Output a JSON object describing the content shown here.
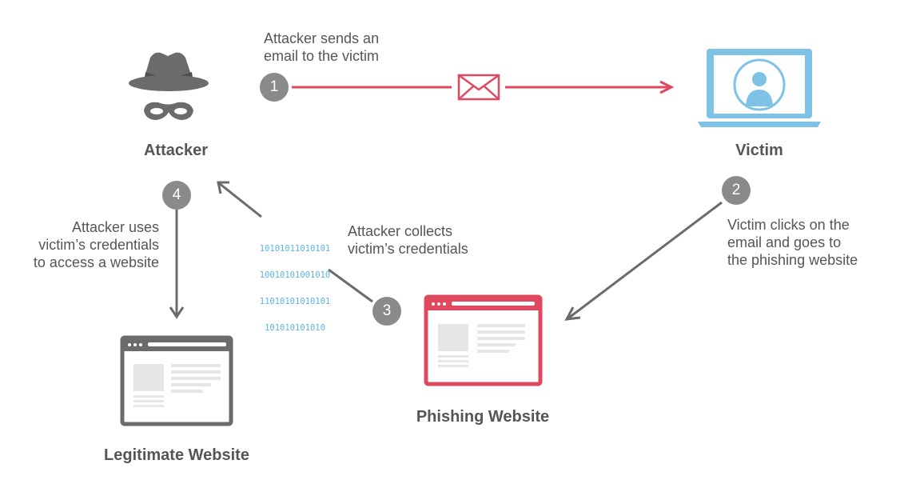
{
  "nodes": {
    "attacker": "Attacker",
    "victim": "Victim",
    "phishing": "Phishing Website",
    "legitimate": "Legitimate Website"
  },
  "steps": [
    {
      "number": "1",
      "text": [
        "Attacker sends an",
        "email to the victim"
      ]
    },
    {
      "number": "2",
      "text": [
        "Victim clicks on the",
        "email and goes to",
        "the phishing website"
      ]
    },
    {
      "number": "3",
      "text": [
        "Attacker collects",
        "victim’s credentials"
      ]
    },
    {
      "number": "4",
      "text": [
        "Attacker uses",
        "victim’s credentials",
        "to access a website"
      ]
    }
  ],
  "binary": [
    "10101011010101",
    "10010101001010",
    "11010101010101",
    "101010101010"
  ],
  "colors": {
    "gray": "#6b6b6b",
    "red": "#e0485f",
    "blue": "#7ec2e6",
    "badge": "#8a8a8a",
    "binary": "#5db3e6"
  },
  "icons": {
    "attacker": "spy-hat-icon",
    "victim": "laptop-user-icon",
    "email": "envelope-icon",
    "phishing": "browser-window-icon",
    "legitimate": "browser-window-icon"
  }
}
